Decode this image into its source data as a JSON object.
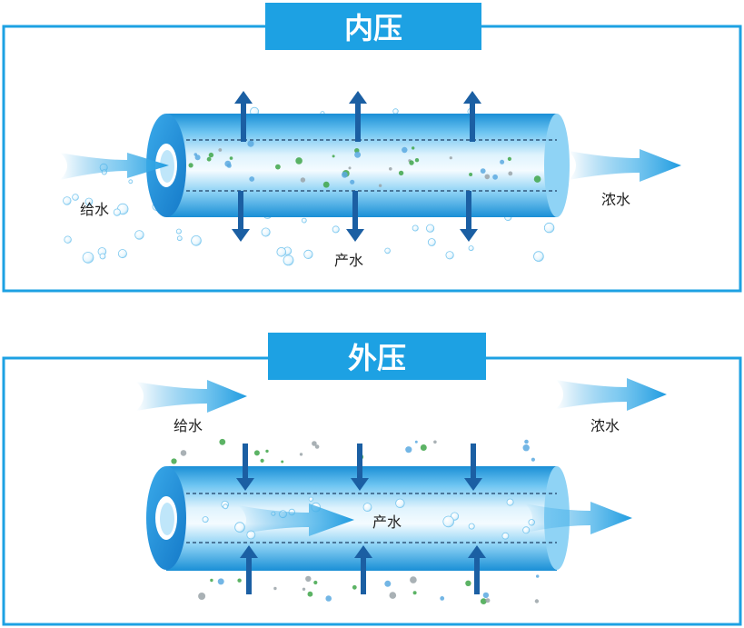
{
  "panels": [
    {
      "title": "内压",
      "feed_label": "给水",
      "concentrate_label": "浓水",
      "permeate_label": "产水"
    },
    {
      "title": "外压",
      "feed_label": "给水",
      "concentrate_label": "浓水",
      "permeate_label": "产水"
    }
  ],
  "colors": {
    "frame": "#1da1e3",
    "title_bg": "#1da1e3",
    "title_text": "#ffffff",
    "tube_light": "#e6f6fd",
    "tube_mid": "#7fcdf3",
    "tube_dark": "#1a8fd6",
    "arrow_blue": "#1f9be0",
    "arrow_dark": "#1b5fa3",
    "label_text": "#222222",
    "particle_green": "#3fa64a",
    "particle_gray": "#9aa3a8",
    "particle_blue": "#5aa9e0"
  },
  "icons": {
    "feed_arrow": "feed-arrow-icon",
    "flow_arrow": "flow-arrow-icon",
    "bubble": "bubble-icon",
    "particle": "particle-icon"
  }
}
